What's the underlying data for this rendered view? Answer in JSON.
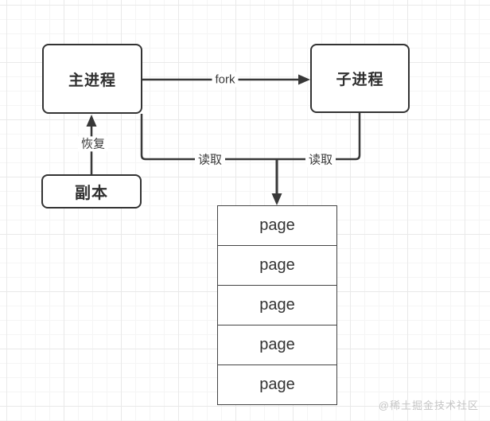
{
  "nodes": {
    "main_process": {
      "label": "主进程"
    },
    "child_process": {
      "label": "子进程"
    },
    "replica": {
      "label": "副本"
    }
  },
  "edges": {
    "fork": {
      "label": "fork"
    },
    "restore": {
      "label": "恢复"
    },
    "read_left": {
      "label": "读取"
    },
    "read_right": {
      "label": "读取"
    }
  },
  "pages": {
    "cells": [
      "page",
      "page",
      "page",
      "page",
      "page"
    ]
  },
  "watermark": {
    "text": "@稀土掘金技术社区"
  },
  "colors": {
    "line": "#383838",
    "node_border": "#333333",
    "text": "#2f2f2f",
    "stack_border": "#444444",
    "watermark": "#c6c6c6"
  }
}
